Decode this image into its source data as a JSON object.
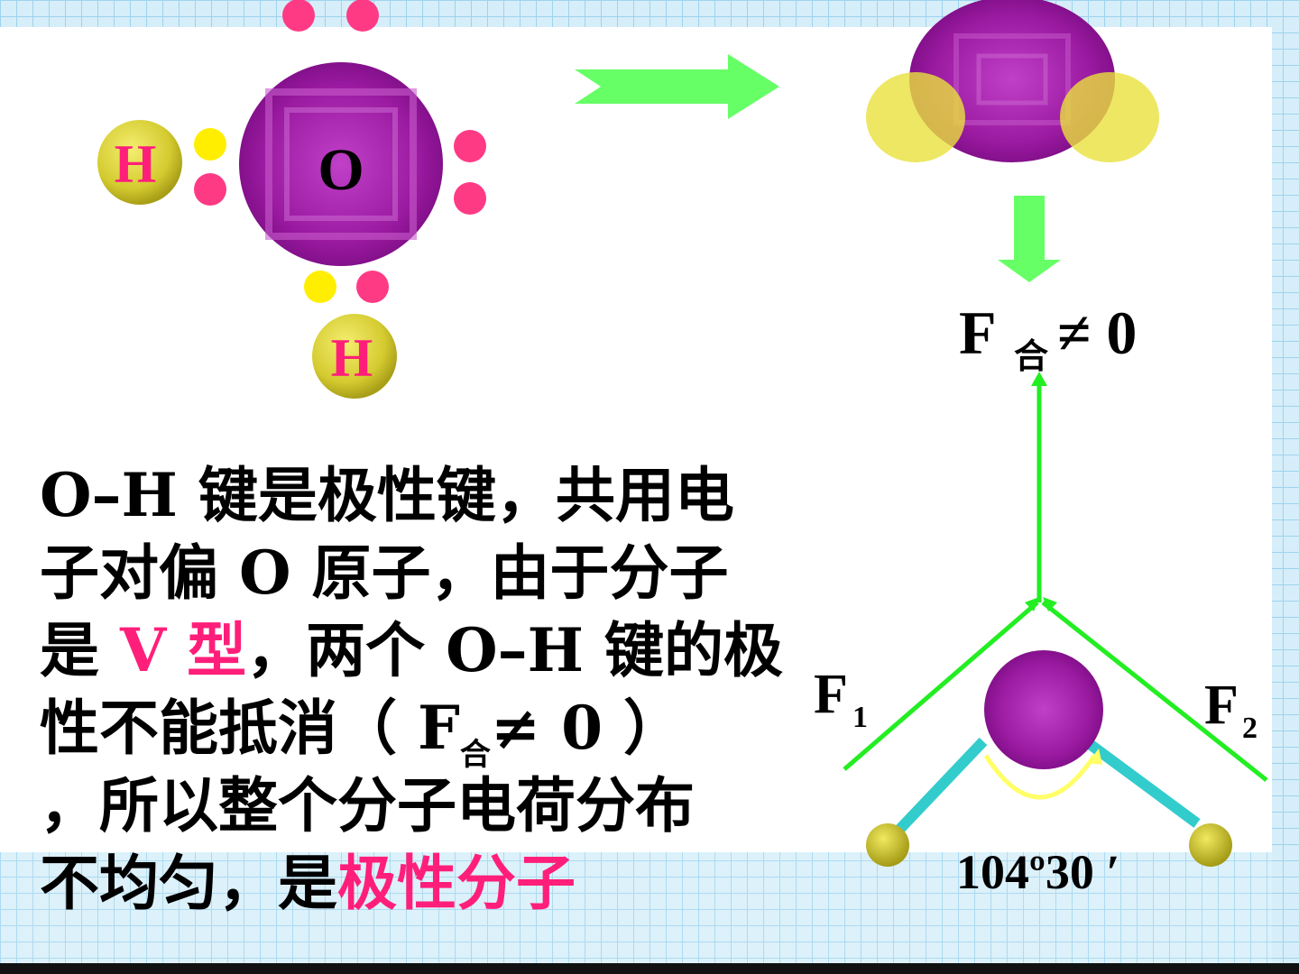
{
  "atoms": {
    "o_label": "O",
    "h_left_label": "H",
    "h_bottom_label": "H"
  },
  "force": {
    "f_label": "F",
    "sub_label": "合",
    "neq_zero": "≠ 0",
    "f1_main": "F",
    "f1_sub": "1",
    "f2_main": "F",
    "f2_sub": "2",
    "angle": "104º30 ′"
  },
  "explanation": {
    "line1": "O–H 键是极性键，共用电",
    "line2": "子对偏 O 原子，由于分子",
    "line3_a": "是",
    "line3_hl": " V 型",
    "line3_b": "，两个 O–H 键的极",
    "line4_a": "性不能抵消（  F",
    "line4_sub": "合",
    "line4_b": "≠ 0 ）",
    "line5": "，所以整个分子电荷分布",
    "line6_a": "不均匀，是",
    "line6_hl": "极性分子"
  },
  "colors": {
    "oxygen": "#9e1fa0",
    "hydrogen": "#d9d22f",
    "electron_pink": "#ff3a85",
    "electron_yellow": "#ffee00",
    "arrow_green": "#66ff66",
    "vector_green": "#22ee22",
    "bond_cyan": "#33cccc",
    "highlight": "#ff1f7a",
    "grid_blue": "#bfe3f5"
  }
}
